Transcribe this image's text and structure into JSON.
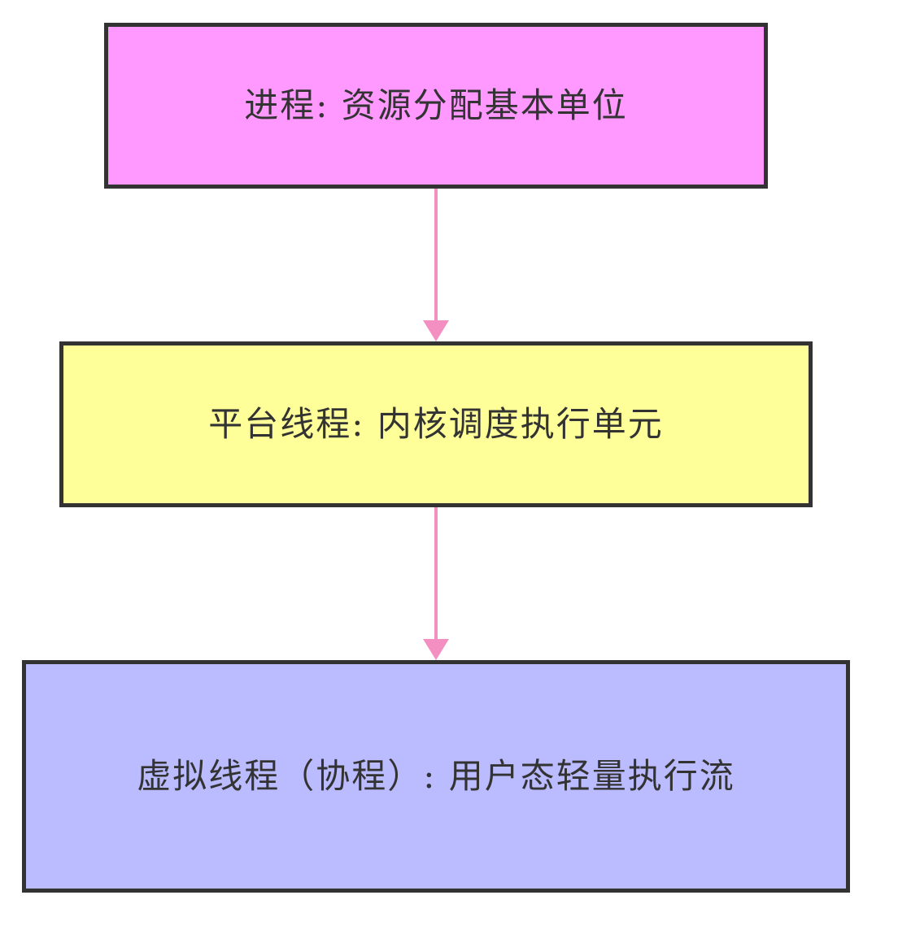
{
  "diagram": {
    "colors": {
      "process_fill": "#ff99ff",
      "platform_fill": "#ffff99",
      "virtual_fill": "#bbbbff",
      "border": "#333333",
      "edge": "#f48fc1"
    },
    "nodes": [
      {
        "id": "process",
        "label": "进程: 资源分配基本单位"
      },
      {
        "id": "platform",
        "label": "平台线程: 内核调度执行单元"
      },
      {
        "id": "virtual",
        "label": "虚拟线程（协程）: 用户态轻量执行流"
      }
    ],
    "edges": [
      {
        "from": "process",
        "to": "platform"
      },
      {
        "from": "platform",
        "to": "virtual"
      }
    ]
  }
}
